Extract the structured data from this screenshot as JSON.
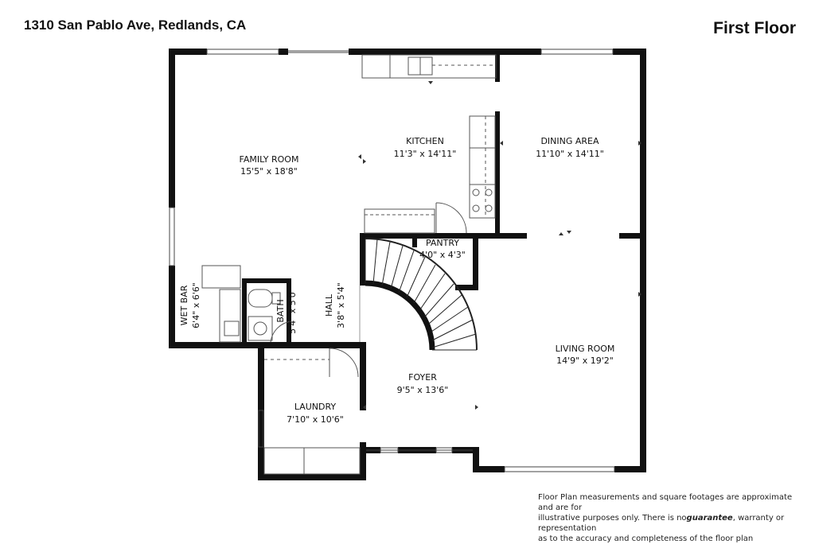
{
  "header": {
    "address": "1310 San Pablo Ave, Redlands, CA",
    "floor_label": "First Floor"
  },
  "rooms": {
    "family_room": {
      "name": "FAMILY ROOM",
      "size": "15'5\" x 18'8\""
    },
    "kitchen": {
      "name": "KITCHEN",
      "size": "11'3\" x 14'11\""
    },
    "dining_area": {
      "name": "DINING AREA",
      "size": "11'10\" x 14'11\""
    },
    "pantry": {
      "name": "PANTRY",
      "size": "4'0\" x 4'3\""
    },
    "wet_bar": {
      "name": "WET BAR",
      "size": "6'4\" x 6'6\""
    },
    "bath": {
      "name": "BATH",
      "size": "5'4\" x 5'0\""
    },
    "hall": {
      "name": "HALL",
      "size": "3'8\" x 5'4\""
    },
    "living_room": {
      "name": "LIVING ROOM",
      "size": "14'9\" x 19'2\""
    },
    "foyer": {
      "name": "FOYER",
      "size": "9'5\" x 13'6\""
    },
    "laundry": {
      "name": "LAUNDRY",
      "size": "7'10\" x 10'6\""
    }
  },
  "disclaimer": {
    "line1": "Floor Plan measurements and square footages are approximate and are for",
    "line2_pre": "illustrative purposes only. There is no",
    "line2_em": "guarantee",
    "line2_post": ", warranty or representation",
    "line3": "as to the accuracy and completeness of the floor plan"
  },
  "colors": {
    "wall": "#111111",
    "fixture": "#555555",
    "background": "#ffffff"
  }
}
